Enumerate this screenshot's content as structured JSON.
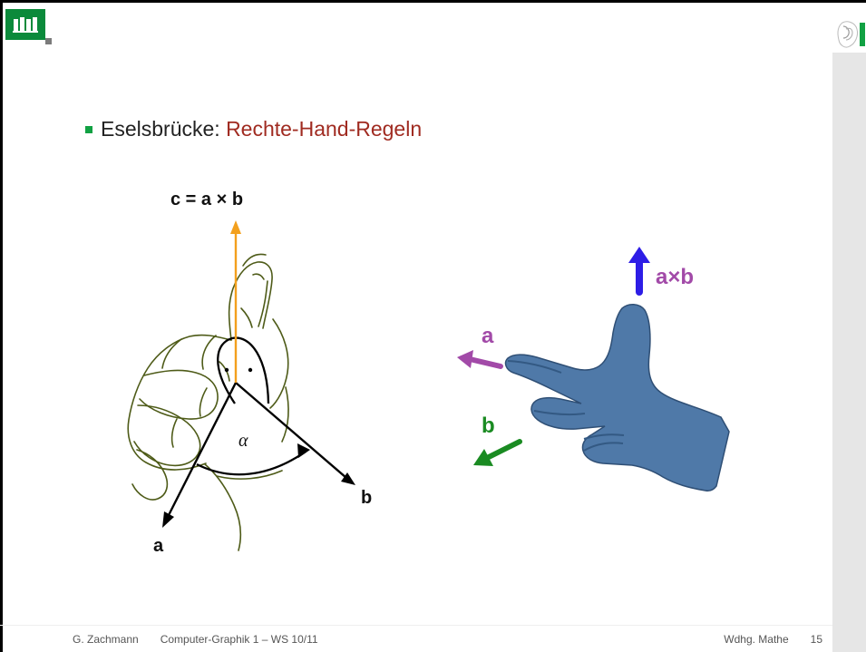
{
  "slide": {
    "bullet_prefix": "Eselsbrücke: ",
    "bullet_highlight": "Rechte-Hand-Regeln"
  },
  "left_figure": {
    "formula": "c = a × b",
    "label_a": "a",
    "label_b": "b",
    "angle_symbol": "α"
  },
  "right_figure": {
    "label_axb": "a×b",
    "label_a": "a",
    "label_b": "b"
  },
  "footer": {
    "author": "G. Zachmann",
    "course": "Computer-Graphik 1 – WS 10/11",
    "topic": "Wdhg. Mathe",
    "page": "15"
  },
  "colors": {
    "green": "#11a143",
    "red_text": "#a02b21",
    "orange_arrow": "#f3a01d",
    "blue_hand": "#4f79a8",
    "purple": "#a24aa8",
    "dark_green": "#1a8b22"
  }
}
